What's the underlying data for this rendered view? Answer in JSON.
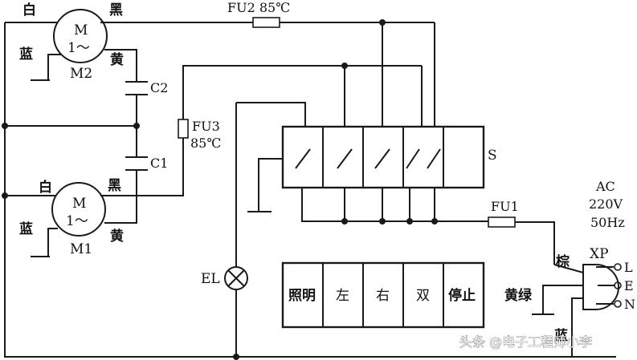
{
  "motors": {
    "m2": {
      "symbol_top": "M",
      "symbol_bottom": "1～",
      "name": "M2",
      "wire_white": "白",
      "wire_black": "黑",
      "wire_blue": "蓝",
      "wire_yellow": "黄"
    },
    "m1": {
      "symbol_top": "M",
      "symbol_bottom": "1～",
      "name": "M1",
      "wire_white": "白",
      "wire_black": "黑",
      "wire_blue": "蓝",
      "wire_yellow": "黄"
    }
  },
  "capacitors": {
    "c2": "C2",
    "c1": "C1"
  },
  "fuses": {
    "fu2": "FU2  85℃",
    "fu3_name": "FU3",
    "fu3_temp": "85℃",
    "fu1": "FU1"
  },
  "switch_group": {
    "label": "S"
  },
  "lamp": {
    "label": "EL"
  },
  "supply": {
    "line1": "AC",
    "line2": "220V",
    "line3": "50Hz"
  },
  "plug": {
    "label": "XP",
    "pin_l": "L",
    "pin_e": "E",
    "pin_n": "N",
    "wire_brown": "棕",
    "wire_yellow_green": "黄绿",
    "wire_blue": "蓝"
  },
  "buttons": [
    "照明",
    "左",
    "右",
    "双",
    "停止"
  ],
  "watermark": "头条 @电子工程师小李"
}
